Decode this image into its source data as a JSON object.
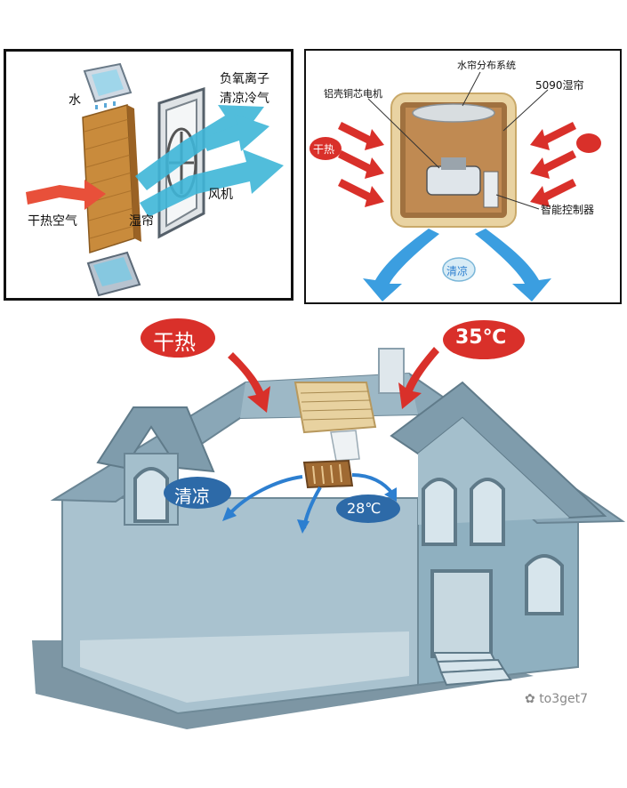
{
  "top_left": {
    "water": "水",
    "negative_ions": "负氧离子",
    "cool_air": "清凉冷气",
    "fan": "风机",
    "dry_hot_air": "干热空气",
    "wet_curtain": "湿帘"
  },
  "top_right": {
    "water_distribution": "水帘分布系统",
    "motor": "铝壳铜芯电机",
    "wet_curtain_model": "5090湿帘",
    "dry_hot": "干热",
    "smart_controller": "智能控制器",
    "cool": "清凉"
  },
  "house": {
    "dry_hot": "干热",
    "outside_temp": "35℃",
    "cool": "清凉",
    "inside_temp": "28℃"
  },
  "watermark": "to3get7",
  "colors": {
    "hot_red": "#d9302a",
    "cool_blue": "#2d7fd0",
    "curtain_tan": "#c98b3c",
    "house_blue": "#8fb0c0"
  }
}
